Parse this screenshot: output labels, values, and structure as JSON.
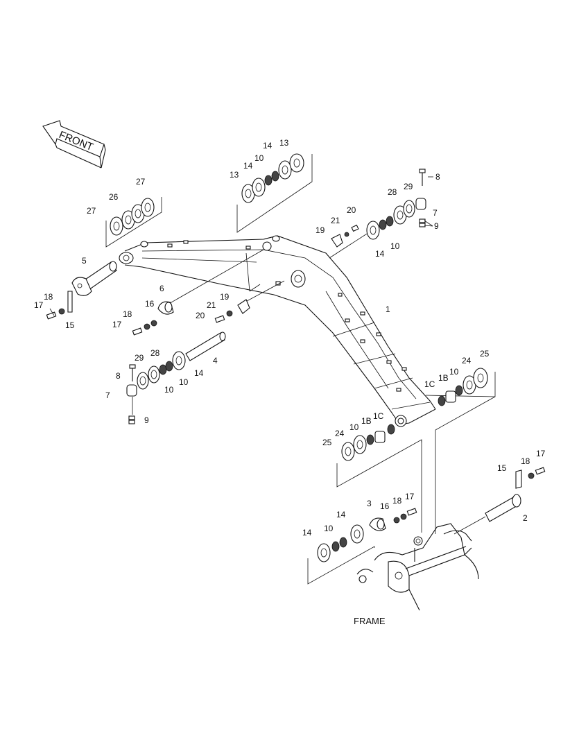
{
  "front_label": "FRONT",
  "frame_label": "FRAME",
  "callouts": [
    {
      "id": "c-13a",
      "label": "13"
    },
    {
      "id": "c-14a",
      "label": "14"
    },
    {
      "id": "c-10a",
      "label": "10"
    },
    {
      "id": "c-14b",
      "label": "14"
    },
    {
      "id": "c-13b",
      "label": "13"
    },
    {
      "id": "c-27a",
      "label": "27"
    },
    {
      "id": "c-26",
      "label": "26"
    },
    {
      "id": "c-27b",
      "label": "27"
    },
    {
      "id": "c-8a",
      "label": "8"
    },
    {
      "id": "c-28a",
      "label": "28"
    },
    {
      "id": "c-29a",
      "label": "29"
    },
    {
      "id": "c-7a",
      "label": "7"
    },
    {
      "id": "c-9a",
      "label": "9"
    },
    {
      "id": "c-20a",
      "label": "20"
    },
    {
      "id": "c-21a",
      "label": "21"
    },
    {
      "id": "c-19a",
      "label": "19"
    },
    {
      "id": "c-10b",
      "label": "10"
    },
    {
      "id": "c-14c",
      "label": "14"
    },
    {
      "id": "c-5",
      "label": "5"
    },
    {
      "id": "c-6",
      "label": "6"
    },
    {
      "id": "c-16a",
      "label": "16"
    },
    {
      "id": "c-18a",
      "label": "18"
    },
    {
      "id": "c-17a",
      "label": "17"
    },
    {
      "id": "c-15a",
      "label": "15"
    },
    {
      "id": "c-18b",
      "label": "18"
    },
    {
      "id": "c-17b",
      "label": "17"
    },
    {
      "id": "c-19b",
      "label": "19"
    },
    {
      "id": "c-21b",
      "label": "21"
    },
    {
      "id": "c-20b",
      "label": "20"
    },
    {
      "id": "c-1",
      "label": "1"
    },
    {
      "id": "c-4",
      "label": "4"
    },
    {
      "id": "c-29b",
      "label": "29"
    },
    {
      "id": "c-28b",
      "label": "28"
    },
    {
      "id": "c-8b",
      "label": "8"
    },
    {
      "id": "c-10c",
      "label": "10"
    },
    {
      "id": "c-10d",
      "label": "10"
    },
    {
      "id": "c-14d",
      "label": "14"
    },
    {
      "id": "c-7b",
      "label": "7"
    },
    {
      "id": "c-9b",
      "label": "9"
    },
    {
      "id": "c-24a",
      "label": "24"
    },
    {
      "id": "c-25a",
      "label": "25"
    },
    {
      "id": "c-1c-a",
      "label": "1C"
    },
    {
      "id": "c-1b-a",
      "label": "1B"
    },
    {
      "id": "c-10e",
      "label": "10"
    },
    {
      "id": "c-1c-b",
      "label": "1C"
    },
    {
      "id": "c-1b-b",
      "label": "1B"
    },
    {
      "id": "c-10f",
      "label": "10"
    },
    {
      "id": "c-24b",
      "label": "24"
    },
    {
      "id": "c-25b",
      "label": "25"
    },
    {
      "id": "c-15b",
      "label": "15"
    },
    {
      "id": "c-18c",
      "label": "18"
    },
    {
      "id": "c-17c",
      "label": "17"
    },
    {
      "id": "c-2",
      "label": "2"
    },
    {
      "id": "c-3",
      "label": "3"
    },
    {
      "id": "c-16b",
      "label": "16"
    },
    {
      "id": "c-18d",
      "label": "18"
    },
    {
      "id": "c-17d",
      "label": "17"
    },
    {
      "id": "c-14e",
      "label": "14"
    },
    {
      "id": "c-14f",
      "label": "14"
    },
    {
      "id": "c-10g",
      "label": "10"
    }
  ]
}
